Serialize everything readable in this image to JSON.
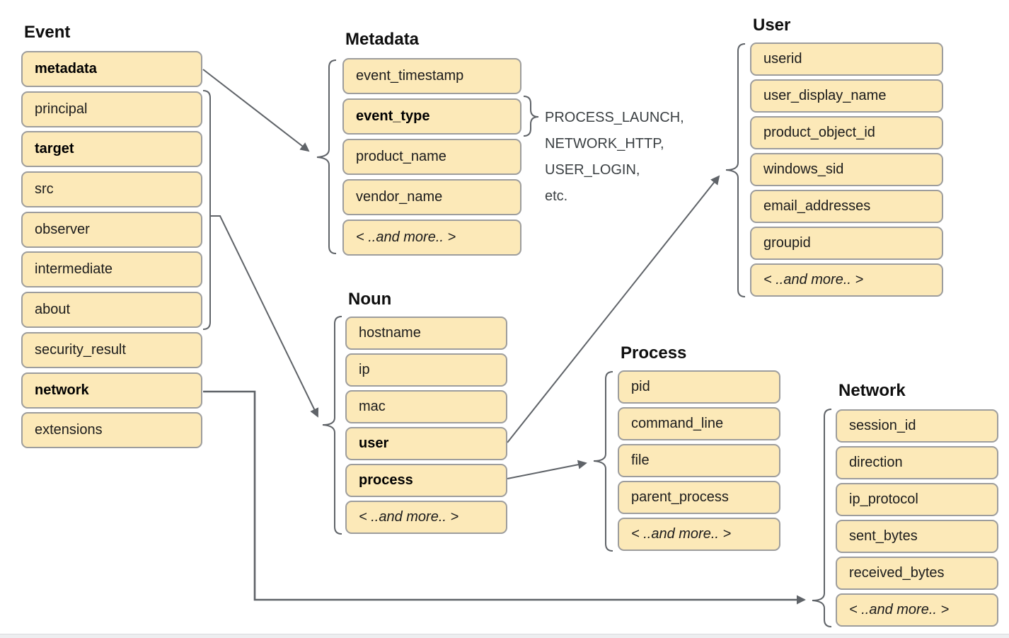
{
  "colors": {
    "box_fill": "#fce9b8",
    "box_border": "#9d9d9d",
    "connector": "#5f6368",
    "text": "#1b1b1b",
    "rule": "#d9dbdd"
  },
  "groups": [
    {
      "id": "event",
      "title": "Event",
      "items": [
        {
          "label": "metadata",
          "bold": true
        },
        {
          "label": "principal"
        },
        {
          "label": "target",
          "bold": true
        },
        {
          "label": "src"
        },
        {
          "label": "observer"
        },
        {
          "label": "intermediate"
        },
        {
          "label": "about"
        },
        {
          "label": "security_result"
        },
        {
          "label": "network",
          "bold": true
        },
        {
          "label": "extensions"
        }
      ]
    },
    {
      "id": "metadata",
      "title": "Metadata",
      "items": [
        {
          "label": "event_timestamp"
        },
        {
          "label": "event_type",
          "bold": true
        },
        {
          "label": "product_name"
        },
        {
          "label": "vendor_name"
        },
        {
          "label": "< ..and more.. >",
          "italic": true
        }
      ]
    },
    {
      "id": "noun",
      "title": "Noun",
      "items": [
        {
          "label": "hostname"
        },
        {
          "label": "ip"
        },
        {
          "label": "mac"
        },
        {
          "label": "user",
          "bold": true
        },
        {
          "label": "process",
          "bold": true
        },
        {
          "label": "< ..and more.. >",
          "italic": true
        }
      ]
    },
    {
      "id": "user",
      "title": "User",
      "items": [
        {
          "label": "userid"
        },
        {
          "label": "user_display_name"
        },
        {
          "label": "product_object_id"
        },
        {
          "label": "windows_sid"
        },
        {
          "label": "email_addresses"
        },
        {
          "label": "groupid"
        },
        {
          "label": "< ..and more.. >",
          "italic": true
        }
      ]
    },
    {
      "id": "process",
      "title": "Process",
      "items": [
        {
          "label": "pid"
        },
        {
          "label": "command_line"
        },
        {
          "label": "file"
        },
        {
          "label": "parent_process"
        },
        {
          "label": "< ..and more.. >",
          "italic": true
        }
      ]
    },
    {
      "id": "network",
      "title": "Network",
      "items": [
        {
          "label": "session_id"
        },
        {
          "label": "direction"
        },
        {
          "label": "ip_protocol"
        },
        {
          "label": "sent_bytes"
        },
        {
          "label": "received_bytes"
        },
        {
          "label": "< ..and more.. >",
          "italic": true
        }
      ]
    }
  ],
  "annotation": {
    "lines": [
      "PROCESS_LAUNCH,",
      "NETWORK_HTTP,",
      "USER_LOGIN,",
      "etc."
    ]
  }
}
